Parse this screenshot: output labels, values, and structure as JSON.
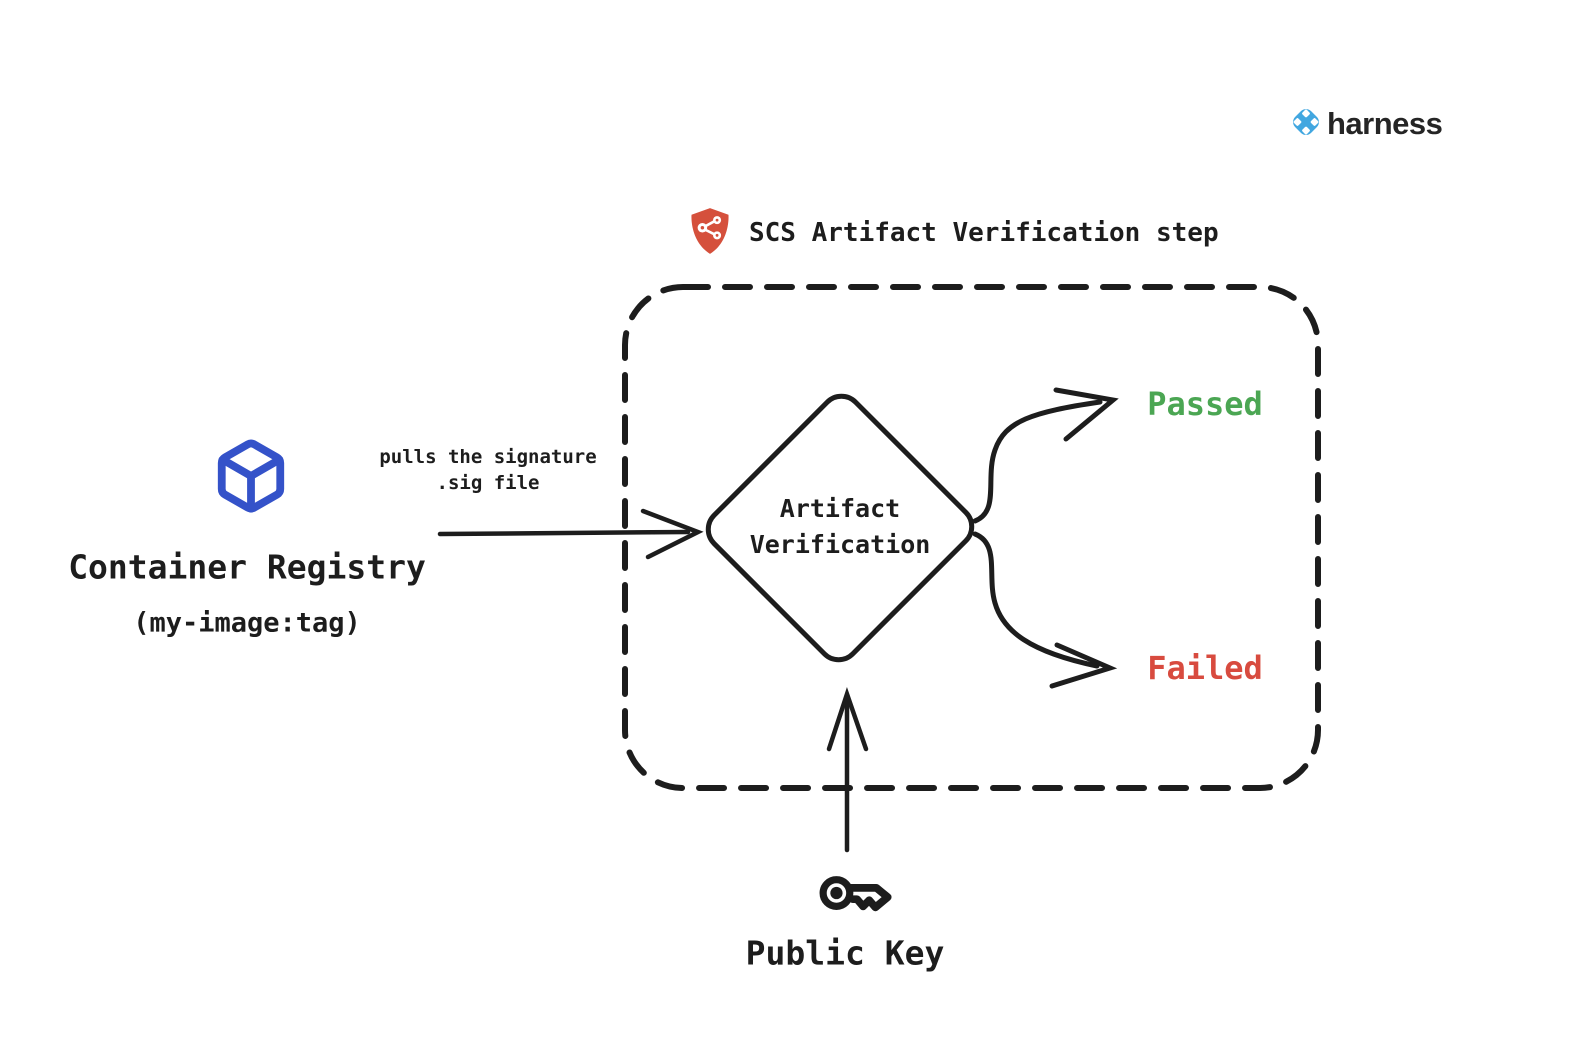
{
  "brand": {
    "name": "harness",
    "icon": "harness-logo-icon",
    "icon_color": "#42A7E0",
    "text_color": "#252525"
  },
  "header": {
    "title": "SCS Artifact Verification step",
    "icon": "shield-graph-icon",
    "icon_color": "#D5503C"
  },
  "registry": {
    "icon": "cube-icon",
    "icon_color": "#3452C9",
    "label": "Container Registry",
    "sublabel": "(my-image:tag)"
  },
  "edge_pull": {
    "line1": "pulls the signature",
    "line2": ".sig file"
  },
  "decision": {
    "line1": "Artifact",
    "line2": "Verification"
  },
  "outcomes": {
    "passed": {
      "label": "Passed",
      "color": "#4BA653"
    },
    "failed": {
      "label": "Failed",
      "color": "#D84B3F"
    }
  },
  "input_key": {
    "icon": "key-icon",
    "label": "Public Key"
  },
  "ink_color": "#1d1d1d"
}
